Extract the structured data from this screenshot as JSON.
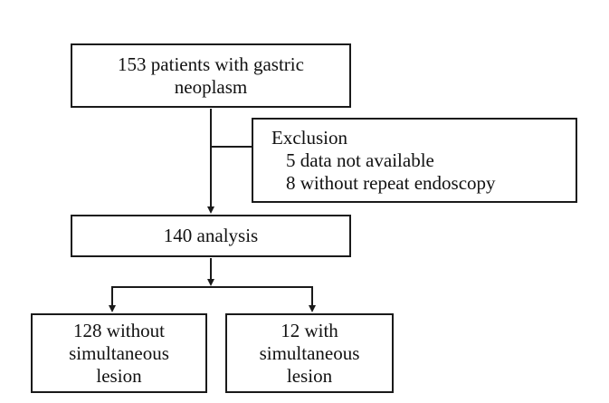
{
  "flowchart": {
    "start": {
      "lines": [
        "153 patients with gastric",
        "neoplasm"
      ]
    },
    "exclusion": {
      "title": "Exclusion",
      "items": [
        "5 data not available",
        "8 without repeat endoscopy"
      ]
    },
    "analysis": {
      "label": "140 analysis"
    },
    "without_lesion": {
      "lines": [
        "128 without",
        "simultaneous",
        "lesion"
      ]
    },
    "with_lesion": {
      "lines": [
        "12 with",
        "simultaneous",
        "lesion"
      ]
    }
  },
  "colors": {
    "stroke": "#1a1a1a",
    "text": "#111111"
  }
}
